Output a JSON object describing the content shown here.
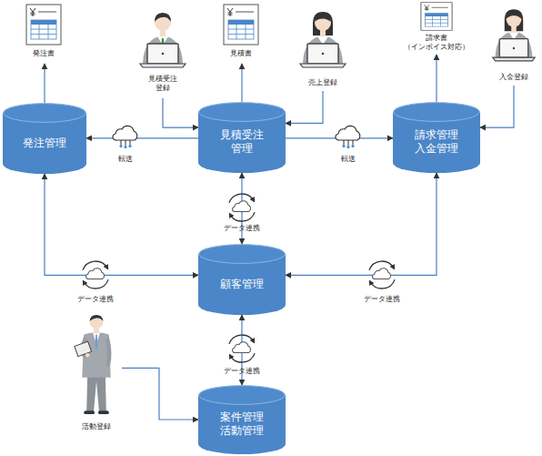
{
  "diagram": {
    "nodes": [
      {
        "text": [
          "発注書"
        ]
      },
      {
        "text": [
          "見積受注 登録"
        ]
      },
      {
        "text": [
          "見積書"
        ]
      },
      {
        "text": [
          "売上登録"
        ]
      },
      {
        "text": [
          "請求書 （インボイス対応）"
        ]
      },
      {
        "text": [
          "入金登録"
        ]
      },
      {
        "text": [
          "発注管理"
        ]
      },
      {
        "text": [
          "見積受注 管理"
        ]
      },
      {
        "text": [
          "請求管理 入金管理"
        ]
      },
      {
        "text": [
          "顧客管理"
        ]
      },
      {
        "text": [
          "活動登録"
        ]
      },
      {
        "text": [
          "案件管理 活動管理"
        ]
      }
    ],
    "edges": [
      {
        "from": 6,
        "to": 0,
        "arrow": "to"
      },
      {
        "from": 7,
        "to": 2,
        "arrow": "to"
      },
      {
        "from": 8,
        "to": 4,
        "arrow": "to"
      },
      {
        "from": 1,
        "to": 7,
        "arrow": "to"
      },
      {
        "from": 3,
        "to": 7,
        "arrow": "to"
      },
      {
        "from": 5,
        "to": 8,
        "arrow": "to"
      },
      {
        "from": 7,
        "to": 6,
        "label": "転送",
        "arrow": "to"
      },
      {
        "from": 7,
        "to": 8,
        "label": "転送",
        "arrow": "to"
      },
      {
        "from": 7,
        "to": 9,
        "label": "データ連携",
        "arrow": "both"
      },
      {
        "from": 9,
        "to": 6,
        "label": "データ連携",
        "arrow": "both"
      },
      {
        "from": 9,
        "to": 8,
        "label": "データ連携",
        "arrow": "both"
      },
      {
        "from": 9,
        "to": 11,
        "label": "データ連携",
        "arrow": "both"
      },
      {
        "from": 10,
        "to": 11,
        "arrow": "to"
      }
    ]
  }
}
